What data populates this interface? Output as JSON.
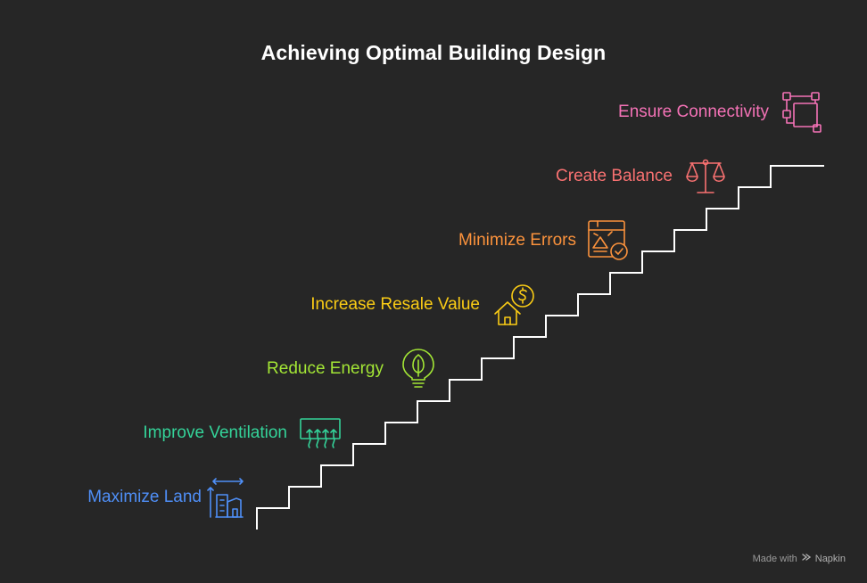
{
  "title": "Achieving Optimal Building Design",
  "steps": [
    {
      "label": "Maximize Land",
      "color": "#4f8ff7",
      "icon": "building-land-icon"
    },
    {
      "label": "Improve Ventilation",
      "color": "#34d399",
      "icon": "ventilation-icon"
    },
    {
      "label": "Reduce Energy",
      "color": "#a3e635",
      "icon": "lightbulb-leaf-icon"
    },
    {
      "label": "Increase Resale Value",
      "color": "#facc15",
      "icon": "house-dollar-icon"
    },
    {
      "label": "Minimize Errors",
      "color": "#fb923c",
      "icon": "blueprint-check-icon"
    },
    {
      "label": "Create Balance",
      "color": "#f87171",
      "icon": "balance-scale-icon"
    },
    {
      "label": "Ensure Connectivity",
      "color": "#f472b6",
      "icon": "connected-nodes-icon"
    }
  ],
  "footer": {
    "made_with": "Made with",
    "brand": "Napkin"
  }
}
